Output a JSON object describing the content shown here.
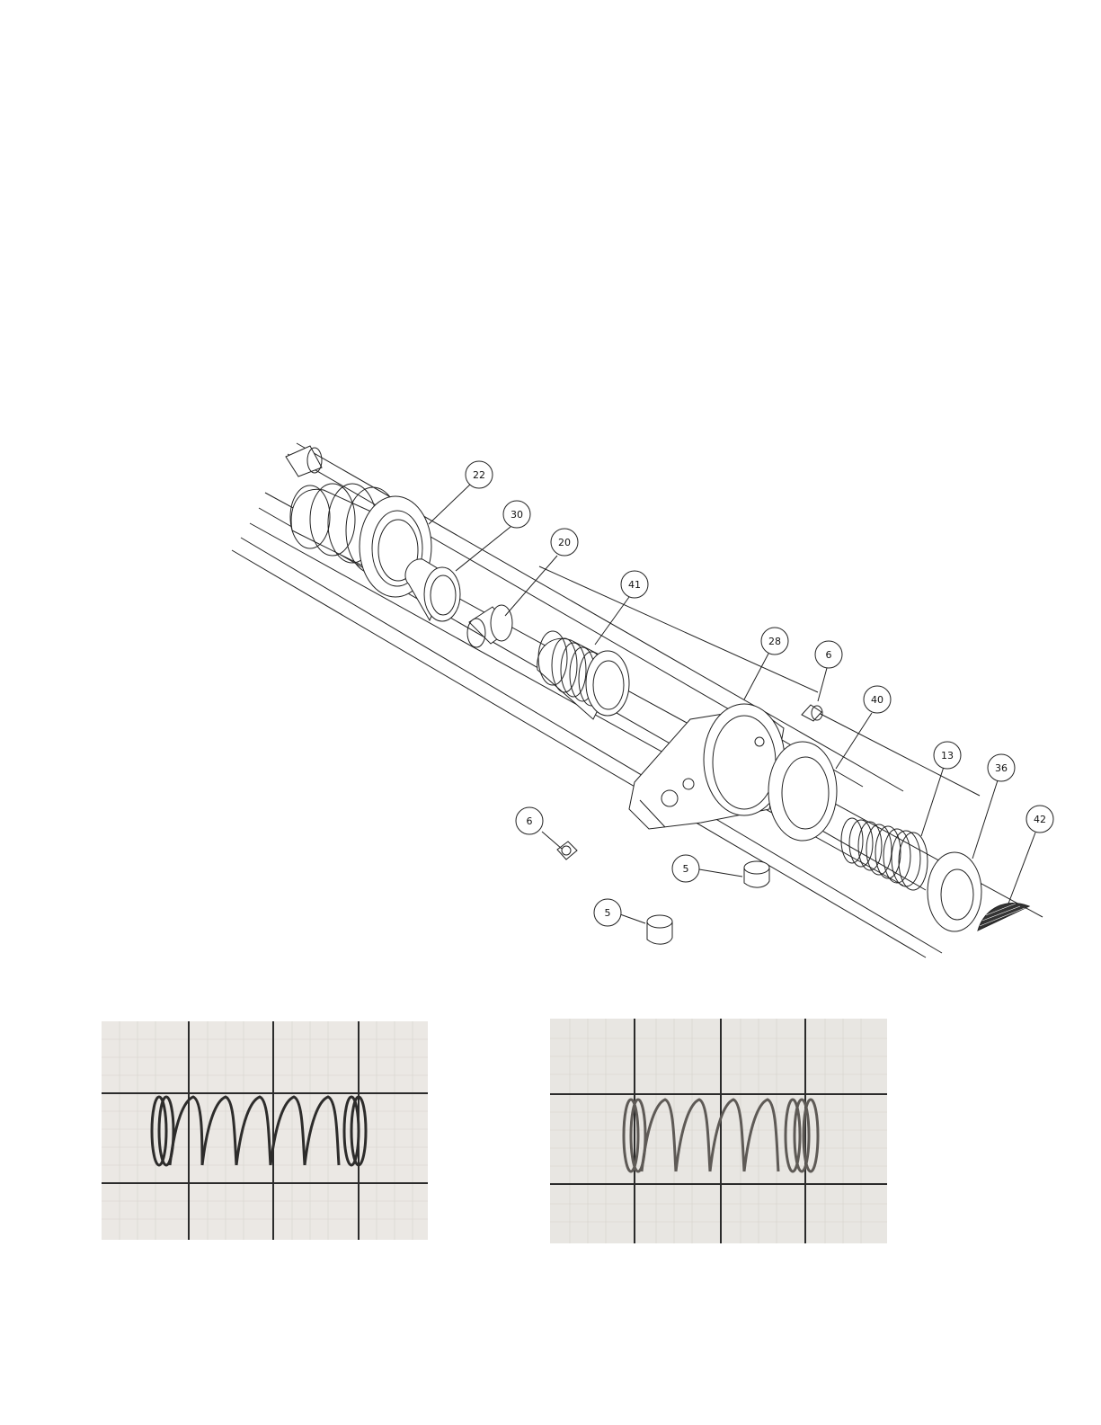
{
  "callouts": [
    {
      "id": "c-22",
      "label": "22"
    },
    {
      "id": "c-30",
      "label": "30"
    },
    {
      "id": "c-20",
      "label": "20"
    },
    {
      "id": "c-41",
      "label": "41"
    },
    {
      "id": "c-28",
      "label": "28"
    },
    {
      "id": "c-6a",
      "label": "6"
    },
    {
      "id": "c-40",
      "label": "40"
    },
    {
      "id": "c-13",
      "label": "13"
    },
    {
      "id": "c-36",
      "label": "36"
    },
    {
      "id": "c-42",
      "label": "42"
    },
    {
      "id": "c-6b",
      "label": "6"
    },
    {
      "id": "c-5a",
      "label": "5"
    },
    {
      "id": "c-5b",
      "label": "5"
    }
  ],
  "photos": [
    {
      "name": "spring-photo-left",
      "spring_color": "#2d2c2b"
    },
    {
      "name": "spring-photo-right",
      "spring_color": "#5e5a56"
    }
  ],
  "colors": {
    "line": "#222222",
    "grid_paper": "#e9e6e2",
    "grid_line": "#2b2b2b"
  }
}
